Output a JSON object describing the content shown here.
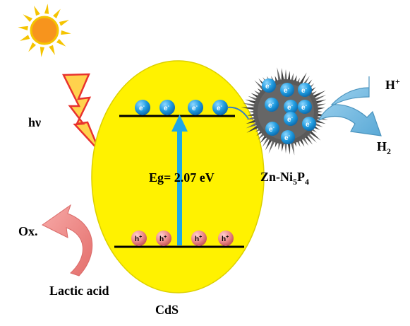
{
  "labels": {
    "hv": "hν",
    "eg": "Eg= 2.07 eV",
    "cds": "CdS",
    "cocatalyst_main": "Zn-Ni",
    "cocatalyst_sub1": "5",
    "cocatalyst_mid": "P",
    "cocatalyst_sub2": "4",
    "h_plus_main": "H",
    "h_plus_sup": "+",
    "h2_main": "H",
    "h2_sub": "2",
    "ox": "Ox.",
    "lactic_acid": "Lactic acid"
  },
  "carriers": {
    "electron_main": "e",
    "electron_sup": "-",
    "hole_main": "h",
    "hole_sup": "+"
  },
  "colors": {
    "sun_core": "#f7941d",
    "sun_rays": "#f5c400",
    "lightning_fill": "#ffd24d",
    "lightning_stroke": "#e8322e",
    "cds_fill": "#fff200",
    "band_line": "#000000",
    "eg_arrow": "#1ea7e8",
    "electron_fill": "#1e9be0",
    "hole_fill": "#ee8a8a",
    "cocatalyst": "#4a4a4a",
    "h_arrow": "#7fc3e8",
    "ox_arrow": "#f0908e"
  },
  "icons": [
    "sun-icon",
    "lightning-icon"
  ]
}
